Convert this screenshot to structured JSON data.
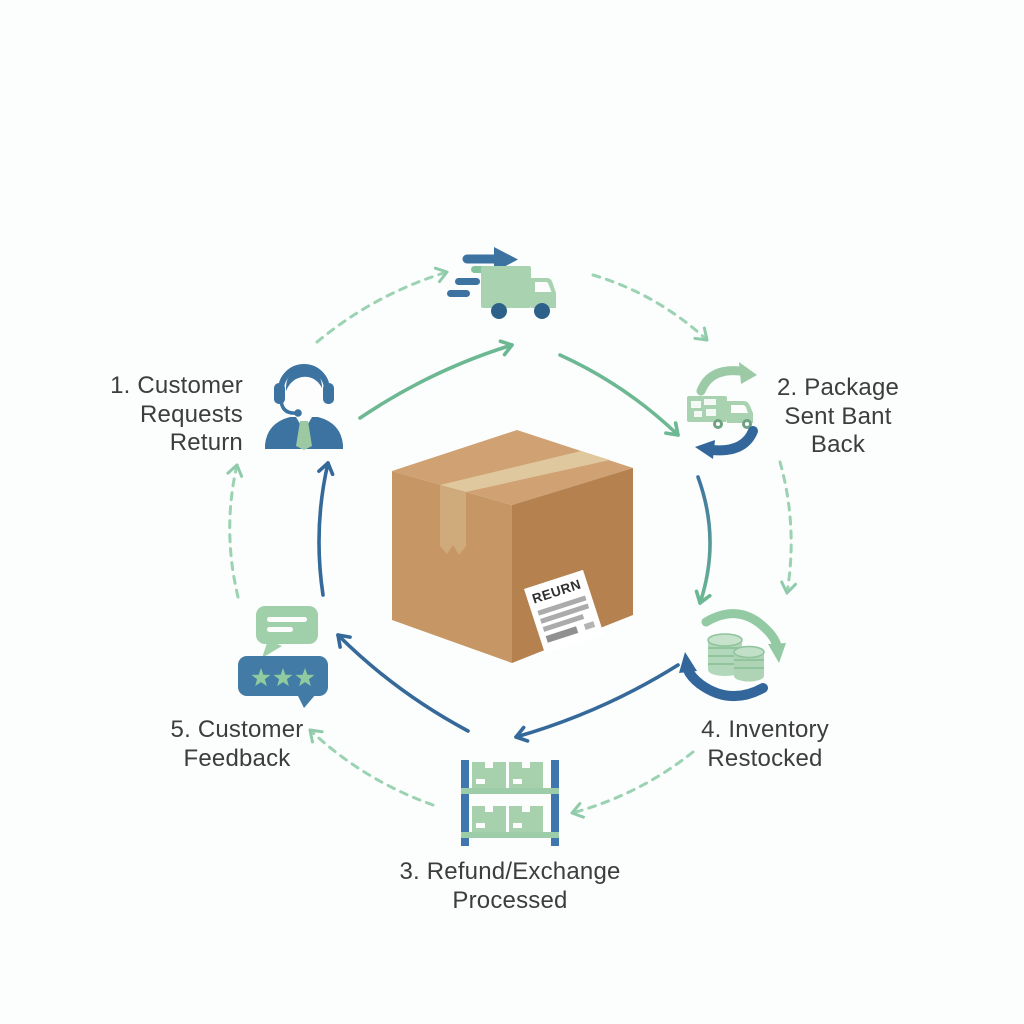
{
  "diagram_name": "product-return-process-cycle",
  "steps": [
    {
      "label": "1. Customer\nRequests\nReturn",
      "icon": "customer-support-agent-icon"
    },
    {
      "label": "2. Package\nSent Bant\nBack",
      "icon": "truck-return-cycle-icon"
    },
    {
      "label": "3. Refund/Exchange\nProcessed",
      "icon": "warehouse-shelf-icon"
    },
    {
      "label": "4. Inventory\nRestocked",
      "icon": "coins-restock-cycle-icon"
    },
    {
      "label": "5. Customer\nFeedback",
      "icon": "feedback-speech-bubbles-icon"
    }
  ],
  "center_box": {
    "label": "REURN",
    "icon": "cardboard-return-box"
  },
  "top_icon": "fast-delivery-truck-icon",
  "colors": {
    "background": "#fcfdfd",
    "blue": "#3c73a0",
    "blue_deep": "#2e6189",
    "green_light": "#a9d3b0",
    "green_solid_arrow": "#6cb892",
    "green_dashed_arrow": "#9bd2b2",
    "box_top": "#cfa173",
    "box_left": "#c69765",
    "box_right": "#b5824f",
    "tape": "#e0c89e",
    "text": "#3d3d3d"
  }
}
